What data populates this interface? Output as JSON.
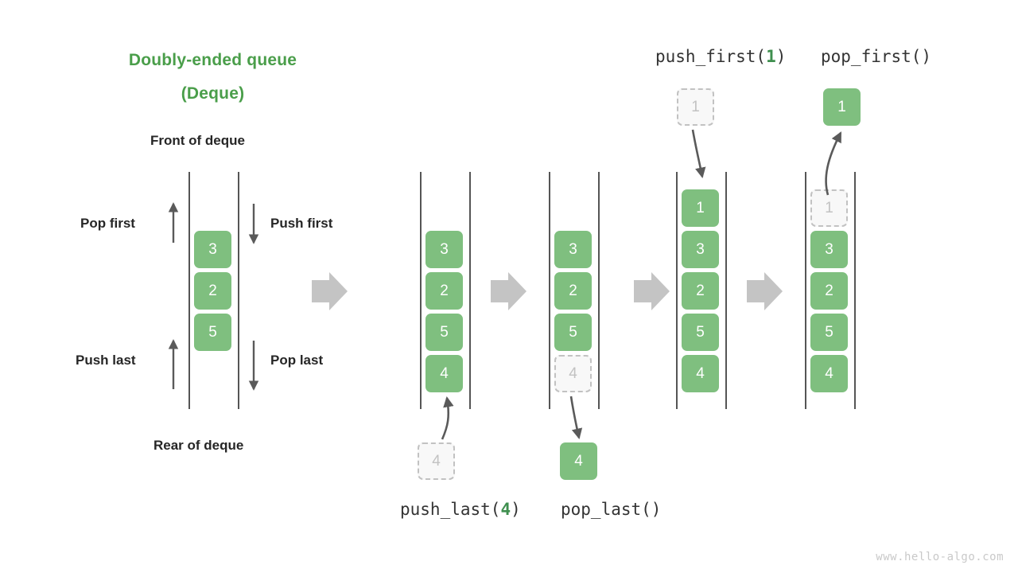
{
  "title": {
    "line1": "Doubly-ended queue",
    "line2": "(Deque)",
    "color": "#4a9e4a"
  },
  "labels": {
    "front": "Front of deque",
    "rear": "Rear of deque",
    "pop_first": "Pop first",
    "push_first": "Push first",
    "push_last": "Push last",
    "pop_last": "Pop last"
  },
  "operations": {
    "push_last": {
      "name": "push_last(",
      "arg": "4",
      "close": ")"
    },
    "pop_last": {
      "name": "pop_last()",
      "arg": "",
      "close": ""
    },
    "push_first": {
      "name": "push_first(",
      "arg": "1",
      "close": ")"
    },
    "pop_first": {
      "name": "pop_first()",
      "arg": "",
      "close": ""
    }
  },
  "colors": {
    "cell_fill": "#7fbf7f",
    "cell_text": "#ffffff",
    "ghost_fill": "#f8f8f8",
    "ghost_border": "#c2c2c2",
    "ghost_text": "#c2c2c2",
    "rail": "#555555",
    "arrow": "#5a5a5a",
    "block_arrow": "#c4c4c4",
    "title_green": "#4a9e4a",
    "watermark": "#c9c9c9"
  },
  "panels": [
    {
      "id": "panel-initial",
      "cells": [
        {
          "value": "3",
          "state": "filled"
        },
        {
          "value": "2",
          "state": "filled"
        },
        {
          "value": "5",
          "state": "filled"
        }
      ]
    },
    {
      "id": "panel-push-last-result",
      "cells": [
        {
          "value": "3",
          "state": "filled"
        },
        {
          "value": "2",
          "state": "filled"
        },
        {
          "value": "5",
          "state": "filled"
        },
        {
          "value": "4",
          "state": "filled"
        }
      ],
      "external_cell": {
        "value": "4",
        "state": "ghost"
      }
    },
    {
      "id": "panel-pop-last-result",
      "cells": [
        {
          "value": "3",
          "state": "filled"
        },
        {
          "value": "2",
          "state": "filled"
        },
        {
          "value": "5",
          "state": "filled"
        },
        {
          "value": "4",
          "state": "ghost"
        }
      ],
      "external_cell": {
        "value": "4",
        "state": "filled"
      }
    },
    {
      "id": "panel-push-first-result",
      "cells": [
        {
          "value": "1",
          "state": "filled"
        },
        {
          "value": "3",
          "state": "filled"
        },
        {
          "value": "2",
          "state": "filled"
        },
        {
          "value": "5",
          "state": "filled"
        },
        {
          "value": "4",
          "state": "filled"
        }
      ],
      "external_cell": {
        "value": "1",
        "state": "ghost"
      }
    },
    {
      "id": "panel-pop-first-result",
      "cells": [
        {
          "value": "1",
          "state": "ghost"
        },
        {
          "value": "3",
          "state": "filled"
        },
        {
          "value": "2",
          "state": "filled"
        },
        {
          "value": "5",
          "state": "filled"
        },
        {
          "value": "4",
          "state": "filled"
        }
      ],
      "external_cell": {
        "value": "1",
        "state": "filled"
      }
    }
  ],
  "watermark": "www.hello-algo.com"
}
